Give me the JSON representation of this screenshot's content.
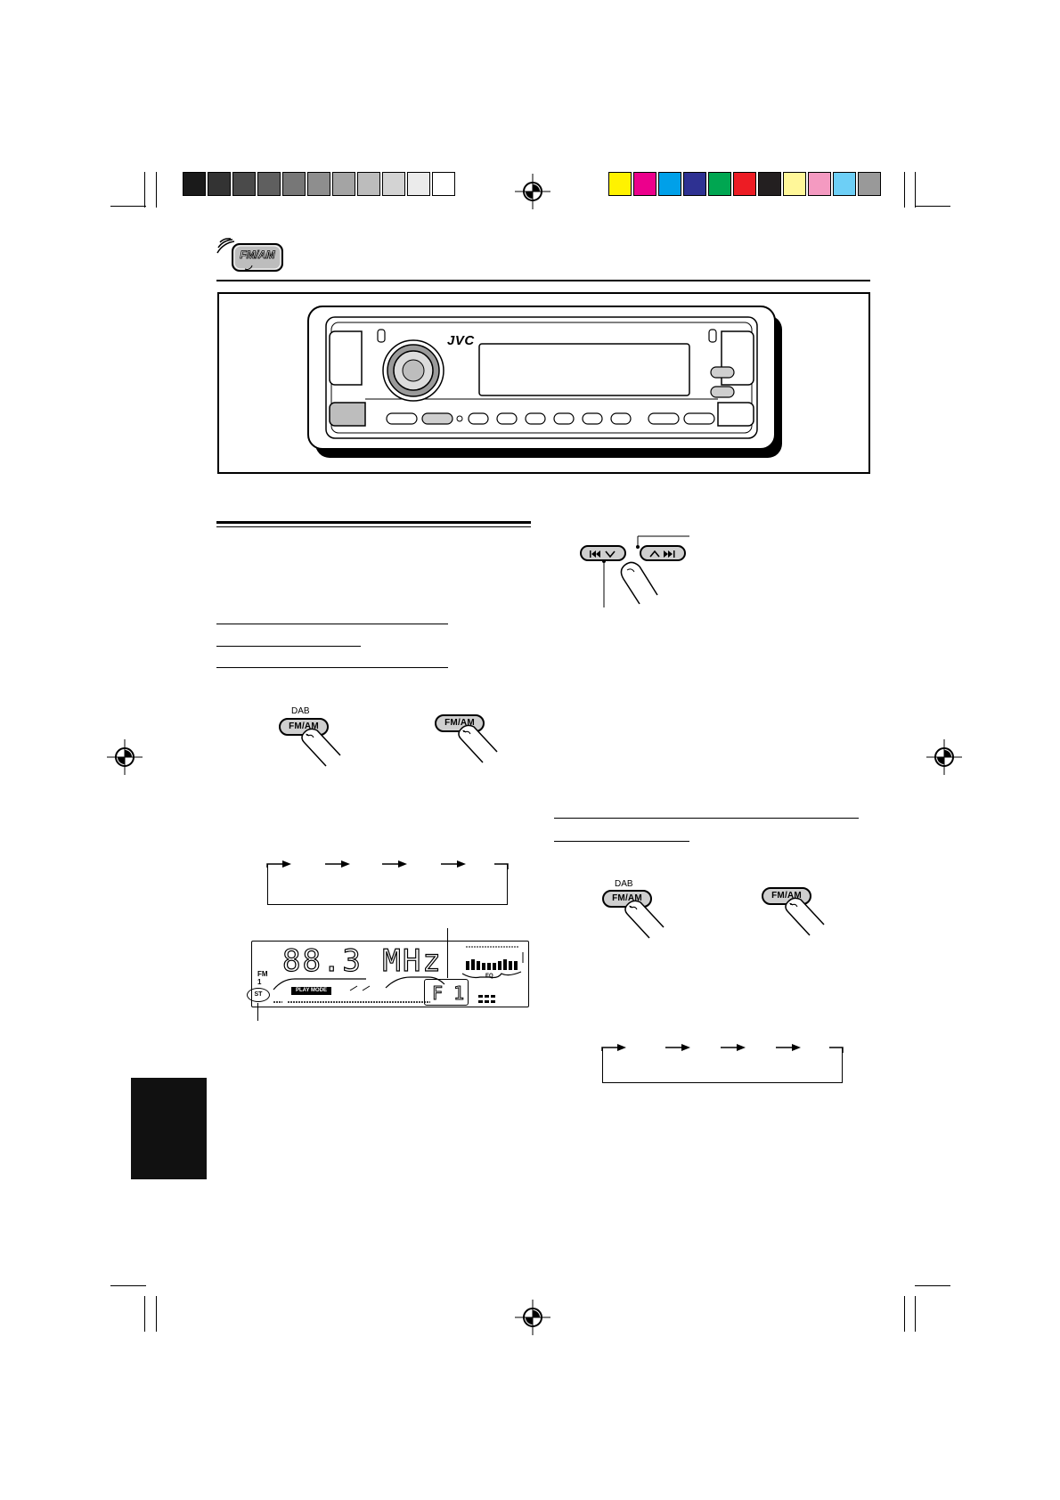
{
  "color_bar": {
    "grays": [
      "#1a1a1a",
      "#333333",
      "#4a4a4a",
      "#5f5f5f",
      "#777777",
      "#8e8e8e",
      "#a4a4a4",
      "#bcbcbc",
      "#d3d3d3",
      "#ebebeb",
      "#ffffff"
    ],
    "colors": [
      "#fff200",
      "#ec008c",
      "#00a0e9",
      "#2e3192",
      "#00a651",
      "#ed1c24",
      "#231f20",
      "#fff799",
      "#f49ac1",
      "#6dcff6",
      "#999999"
    ]
  },
  "header": {
    "source_icon_label": "FM/AM"
  },
  "unit": {
    "brand": "JVC"
  },
  "buttons": {
    "dab_label": "DAB",
    "fmam_label": "FM/AM"
  },
  "lcd": {
    "frequency": "88.3 MHz",
    "band": "FM",
    "band_number": "1",
    "play_mode_label": "PLAY MODE",
    "eq_label": "EQ",
    "preset": "F 1",
    "stereo_indicator": "ST"
  }
}
